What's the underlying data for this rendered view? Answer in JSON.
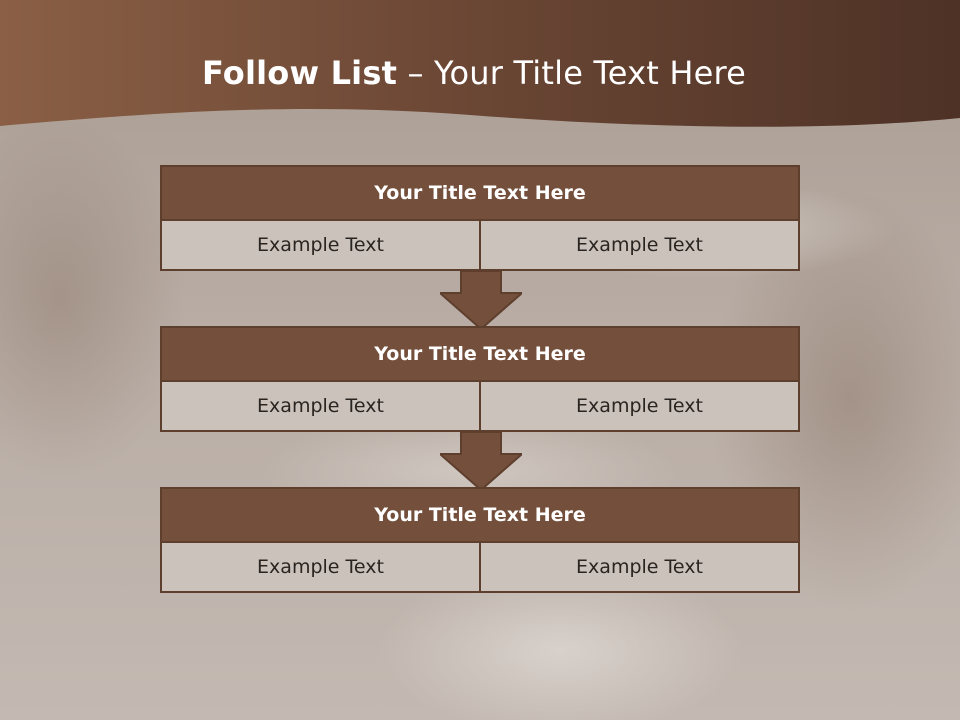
{
  "slide": {
    "title_bold": "Follow List",
    "title_rest": " – Your Title Text Here"
  },
  "blocks": [
    {
      "title": "Your Title Text Here",
      "left_text": "Example Text",
      "right_text": "Example Text"
    },
    {
      "title": "Your Title Text Here",
      "left_text": "Example Text",
      "right_text": "Example Text"
    },
    {
      "title": "Your Title Text Here",
      "left_text": "Example Text",
      "right_text": "Example Text"
    }
  ],
  "colors": {
    "header_brown": "#5a3a2a",
    "block_header": "#74503c",
    "block_cell": "#cbc2bc",
    "arrow": "#74503c"
  }
}
